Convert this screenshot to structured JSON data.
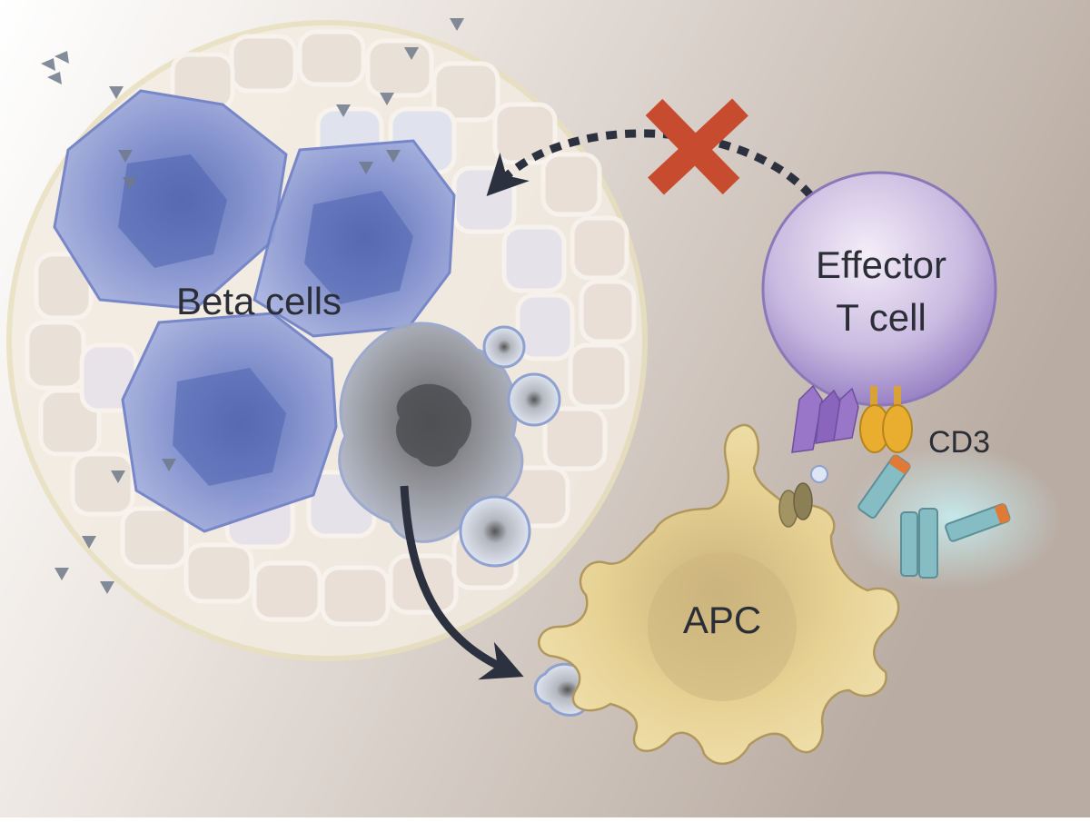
{
  "labels": {
    "beta_cells": "Beta cells",
    "effector_line1": "Effector",
    "effector_line2": "T cell",
    "apc": "APC",
    "cd3": "CD3"
  },
  "colors": {
    "background_light": "#ffffff",
    "background_dark": "#b3a59a",
    "islet": "#efe5dc",
    "beta_cell": "#8a97d2",
    "beta_nucleus": "#4d62ad",
    "dying_cell": "#8d8f97",
    "effector_t_cell": "#b9a6d6",
    "apc": "#e5ce8c",
    "blocked_x": "#c74b2f",
    "arrow": "#2c3140",
    "antibody": "#86bcc3",
    "antibody_tip": "#e07a36",
    "cd3_receptor": "#e6a92a",
    "tcr": "#8b63b5"
  },
  "icons": {
    "blocked": "x-mark-icon",
    "attack_path": "dashed-arrow-icon",
    "antigen_transfer": "curved-arrow-icon"
  }
}
